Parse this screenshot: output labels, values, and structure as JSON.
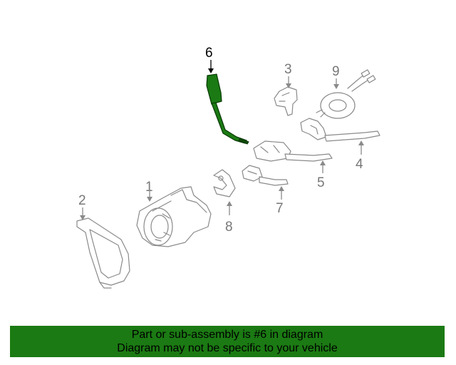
{
  "callouts": {
    "c1": "1",
    "c2": "2",
    "c3": "3",
    "c4": "4",
    "c5": "5",
    "c6": "6",
    "c7": "7",
    "c8": "8",
    "c9": "9"
  },
  "highlighted_part": "6",
  "highlight_color": "#1b7a13",
  "banner": {
    "line1": "Part or sub-assembly is #6 in diagram",
    "line2": "Diagram may not be specific to your vehicle",
    "background": "#1b7a13"
  }
}
